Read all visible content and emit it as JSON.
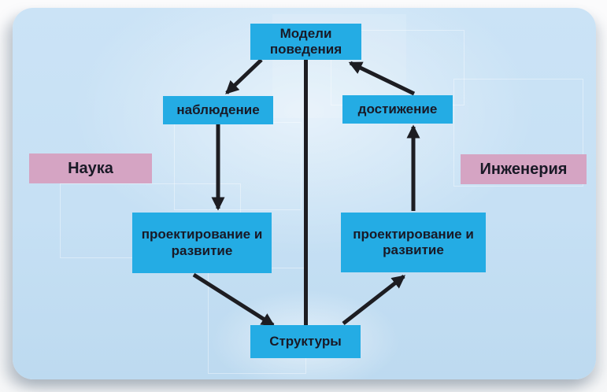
{
  "diagram": {
    "nodes": {
      "behavior_models": {
        "label": "Модели поведения",
        "shape": "box",
        "color_role": "cyan"
      },
      "observation": {
        "label": "наблюдение",
        "shape": "box",
        "color_role": "cyan"
      },
      "achievement": {
        "label": "достижение",
        "shape": "box",
        "color_role": "cyan"
      },
      "design_development_left": {
        "label": "проектирование и развитие",
        "shape": "box",
        "color_role": "cyan"
      },
      "design_development_right": {
        "label": "проектирование и развитие",
        "shape": "box",
        "color_role": "cyan"
      },
      "structures": {
        "label": "Структуры",
        "shape": "box",
        "color_role": "cyan"
      },
      "science": {
        "label": "Наука",
        "shape": "side-label",
        "color_role": "pink"
      },
      "engineering": {
        "label": "Инженерия",
        "shape": "side-label",
        "color_role": "pink"
      }
    },
    "edges": [
      {
        "from": "behavior_models",
        "to": "observation",
        "arrowhead": true
      },
      {
        "from": "behavior_models",
        "to": "structures",
        "arrowhead": false
      },
      {
        "from": "achievement",
        "to": "behavior_models",
        "arrowhead": true
      },
      {
        "from": "observation",
        "to": "design_development_left",
        "arrowhead": true
      },
      {
        "from": "design_development_right",
        "to": "achievement",
        "arrowhead": true
      },
      {
        "from": "design_development_left",
        "to": "structures",
        "arrowhead": true
      },
      {
        "from": "structures",
        "to": "design_development_right",
        "arrowhead": true
      }
    ]
  },
  "colors": {
    "node_cyan": "#24ace4",
    "node_pink": "#d5a4c3",
    "arrow_color": "#1d1d22",
    "text_dark": "#191926",
    "card_bg": "#c6e0f4"
  }
}
